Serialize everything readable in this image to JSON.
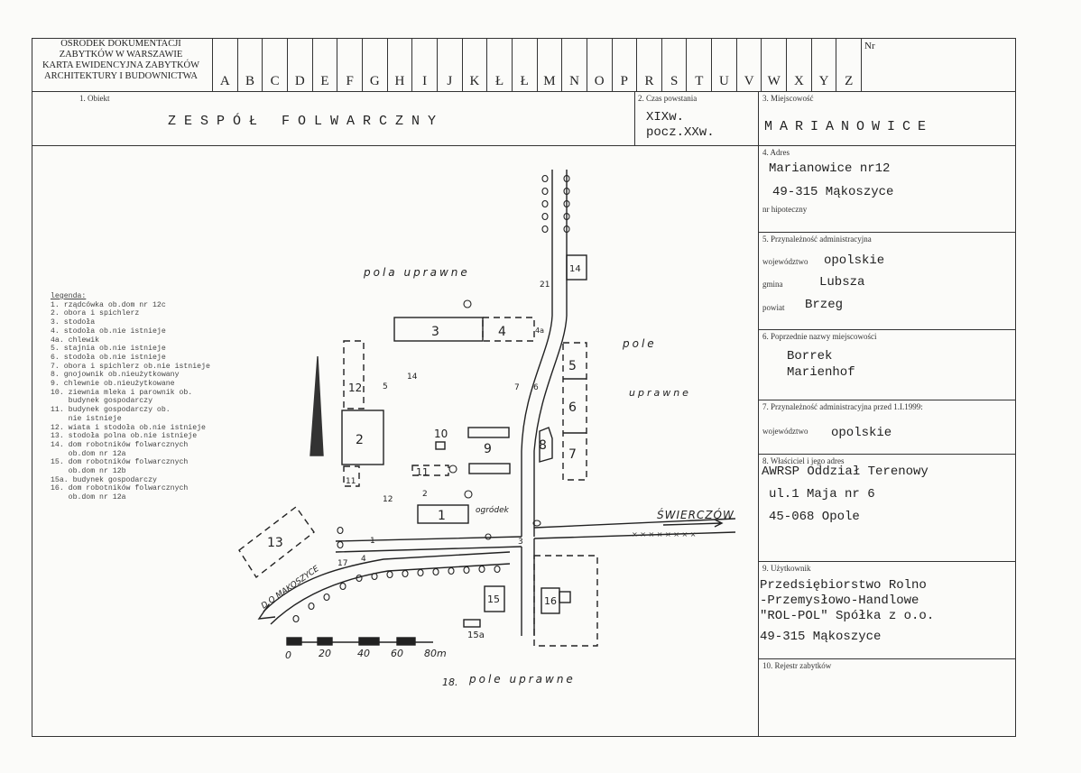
{
  "header": {
    "institution": [
      "OSRODEK DOKUMENTACJI",
      "ZABYTKÓW W WARSZAWIE",
      "KARTA EWIDENCYJNA ZABYTKÓW",
      "ARCHITEKTURY I BUDOWNICTWA"
    ],
    "letters": [
      "A",
      "B",
      "C",
      "D",
      "E",
      "F",
      "G",
      "H",
      "I",
      "J",
      "K",
      "Ł",
      "Ł",
      "M",
      "N",
      "O",
      "P",
      "R",
      "S",
      "T",
      "U",
      "V",
      "W",
      "X",
      "Y",
      "Z"
    ],
    "nr_label": "Nr"
  },
  "fields": {
    "obiekt": {
      "label": "1. Obiekt",
      "value": "ZESPÓŁ FOLWARCZNY"
    },
    "czas": {
      "label": "2. Czas powstania",
      "value_lines": [
        "XIXw.",
        "pocz.XXw."
      ]
    },
    "miejscowosc": {
      "label": "3. Miejscowość",
      "value": "MARIANOWICE"
    },
    "adres": {
      "label": "4. Adres",
      "line1": "Marianowice nr12",
      "line2": "49-315 Mąkoszyce",
      "sub_label": "nr hipoteczny"
    },
    "przynaleznosc": {
      "label": "5. Przynależność administracyjna",
      "wojewodztwo_label": "województwo",
      "wojewodztwo": "opolskie",
      "gmina_label": "gmina",
      "gmina": "Lubsza",
      "powiat_label": "powiat",
      "powiat": "Brzeg"
    },
    "poprzednie": {
      "label": "6. Poprzednie nazwy miejscowości",
      "line1": "Borrek",
      "line2": "Marienhof"
    },
    "przed1999": {
      "label": "7. Przynależność administracyjna przed 1.I.1999:",
      "wojewodztwo_label": "województwo",
      "wojewodztwo": "opolskie"
    },
    "wlasciciel": {
      "label": "8. Właściciel i jego adres",
      "line1": "AWRSP Oddział Terenowy",
      "line2": "ul.1 Maja nr 6",
      "line3": "45-068 Opole"
    },
    "uzytkownik": {
      "label": "9. Użytkownik",
      "line1": "Przedsiębiorstwo Rolno",
      "line2": "-Przemysłowo-Handlowe",
      "line3": "\"ROL-POL\" Spółka z o.o.",
      "line4": "49-315 Mąkoszyce"
    },
    "rejestr": {
      "label": "10. Rejestr zabytków"
    }
  },
  "legend": {
    "title": "legenda:",
    "items": [
      "1. rządcówka ob.dom nr 12c",
      "2. obora i spichlerz",
      "3. stodoła",
      "4. stodoła ob.nie istnieje",
      "4a. chlewik",
      "5. stajnia ob.nie istnieje",
      "6. stodoła ob.nie istnieje",
      "7. obora i spichlerz ob.nie istnieje",
      "8. gnojownik ob.nieużytkowany",
      "9. chlewnie ob.nieużytkowane",
      "10. ziewnia mleka i parownik ob.",
      "    budynek gospodarczy",
      "11. budynek gospodarczy ob.",
      "    nie istnieje",
      "12. wiata i stodoła ob.nie istnieje",
      "13. stodoła polna ob.nie istnieje",
      "14. dom robotników folwarcznych",
      "    ob.dom nr 12a",
      "15. dom robotników folwarcznych",
      "    ob.dom nr 12b",
      "15a. budynek gospodarczy",
      "16. dom robotników folwarcznych",
      "    ob.dom nr 12a"
    ]
  },
  "map": {
    "labels": {
      "pola_uprawne_top": "pola uprawne",
      "pole_right": "pole",
      "uprawne_right": "uprawne",
      "swierczow": "ŚWIERCZÓW",
      "makoszyce": "D.O MAKOSZYCE",
      "ogrodek": "ogródek",
      "pole_bottom": "pole uprawne",
      "bottom_marker": "18."
    },
    "scale": [
      "0",
      "20",
      "40",
      "60",
      "80m"
    ],
    "buildings": [
      "1",
      "2",
      "3",
      "4",
      "4a",
      "5",
      "6",
      "7",
      "8",
      "9",
      "10",
      "11",
      "12",
      "13",
      "14",
      "15",
      "15a",
      "16"
    ],
    "markers": [
      "1",
      "2",
      "3",
      "4",
      "5",
      "6",
      "7",
      "11",
      "12",
      "14",
      "17",
      "21"
    ]
  }
}
